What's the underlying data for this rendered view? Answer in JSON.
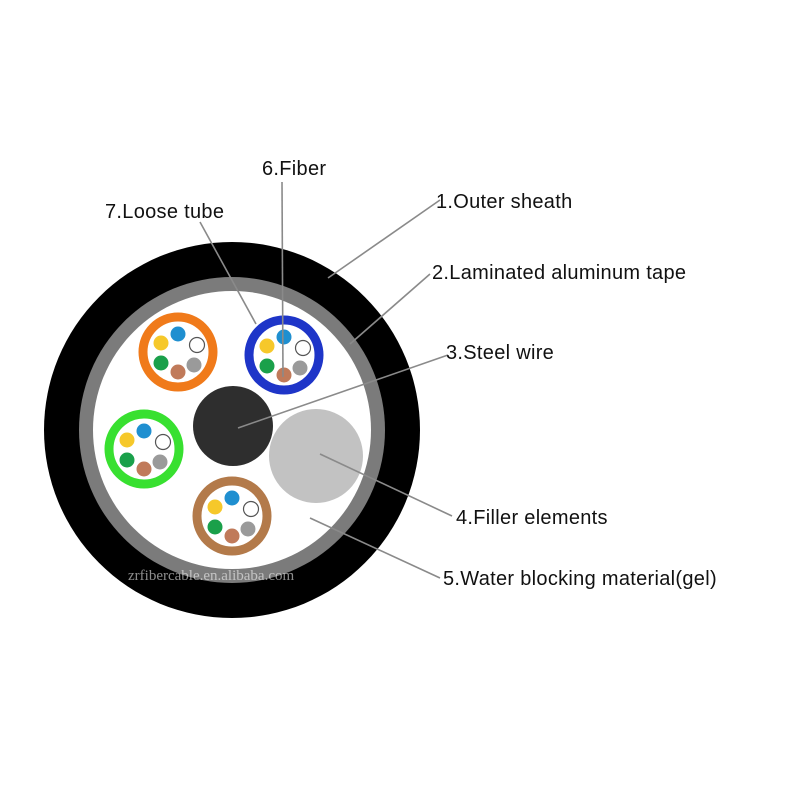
{
  "labels": {
    "outer_sheath": "1.Outer sheath",
    "aluminum_tape": "2.Laminated aluminum tape",
    "steel_wire": "3.Steel wire",
    "filler": "4.Filler elements",
    "gel": "5.Water blocking material(gel)",
    "fiber": "6.Fiber",
    "loose_tube": "7.Loose tube"
  },
  "watermark": "zrfibercable.en.alibaba.com",
  "colors": {
    "outer_sheath": "#000000",
    "aluminum_tape": "#7b7b7b",
    "gel": "#ffffff",
    "steel_wire": "#2e2e2e",
    "filler": "#c2c2c2",
    "tube_orange": "#f07a1a",
    "tube_blue": "#1e35c8",
    "tube_green": "#38e030",
    "tube_brown": "#b37a4a",
    "fiber_blue": "#1f8fd0",
    "fiber_white": "#ffffff",
    "fiber_gray": "#9a9a9a",
    "fiber_brown": "#c07a5a",
    "fiber_green": "#1aa04a",
    "fiber_yellow": "#f6c82a"
  }
}
